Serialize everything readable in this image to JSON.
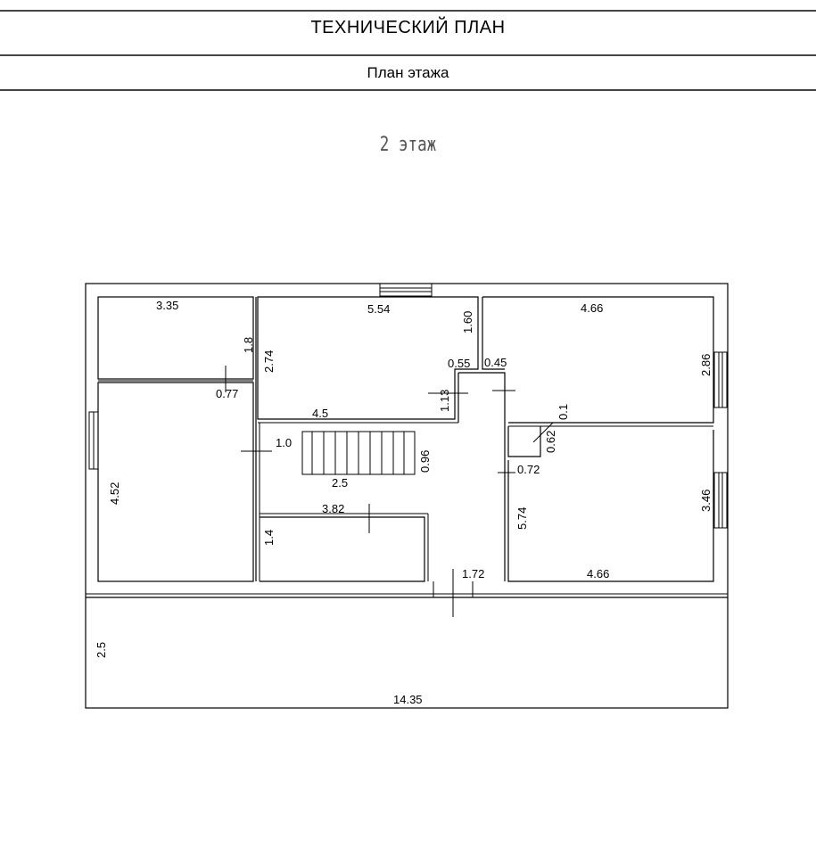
{
  "header": {
    "title": "ТЕХНИЧЕСКИЙ ПЛАН",
    "subtitle": "План этажа"
  },
  "floor": {
    "title": "2 этаж"
  },
  "dimensions": {
    "d335": "3.35",
    "d18": "1.8",
    "d077": "0.77",
    "d452": "4.52",
    "d554": "5.54",
    "d274": "2.74",
    "d160": "1.60",
    "d055": "0.55",
    "d045": "0.45",
    "d113": "1.13",
    "d45": "4.5",
    "d10": "1.0",
    "d25": "2.5",
    "d096": "0.96",
    "d382": "3.82",
    "d14": "1.4",
    "d466top": "4.66",
    "d286": "2.86",
    "d01": "0.1",
    "d062": "0.62",
    "d072": "0.72",
    "d574": "5.74",
    "d346": "3.46",
    "d466bot": "4.66",
    "d172": "1.72",
    "d25side": "2.5",
    "d1435": "14.35"
  }
}
